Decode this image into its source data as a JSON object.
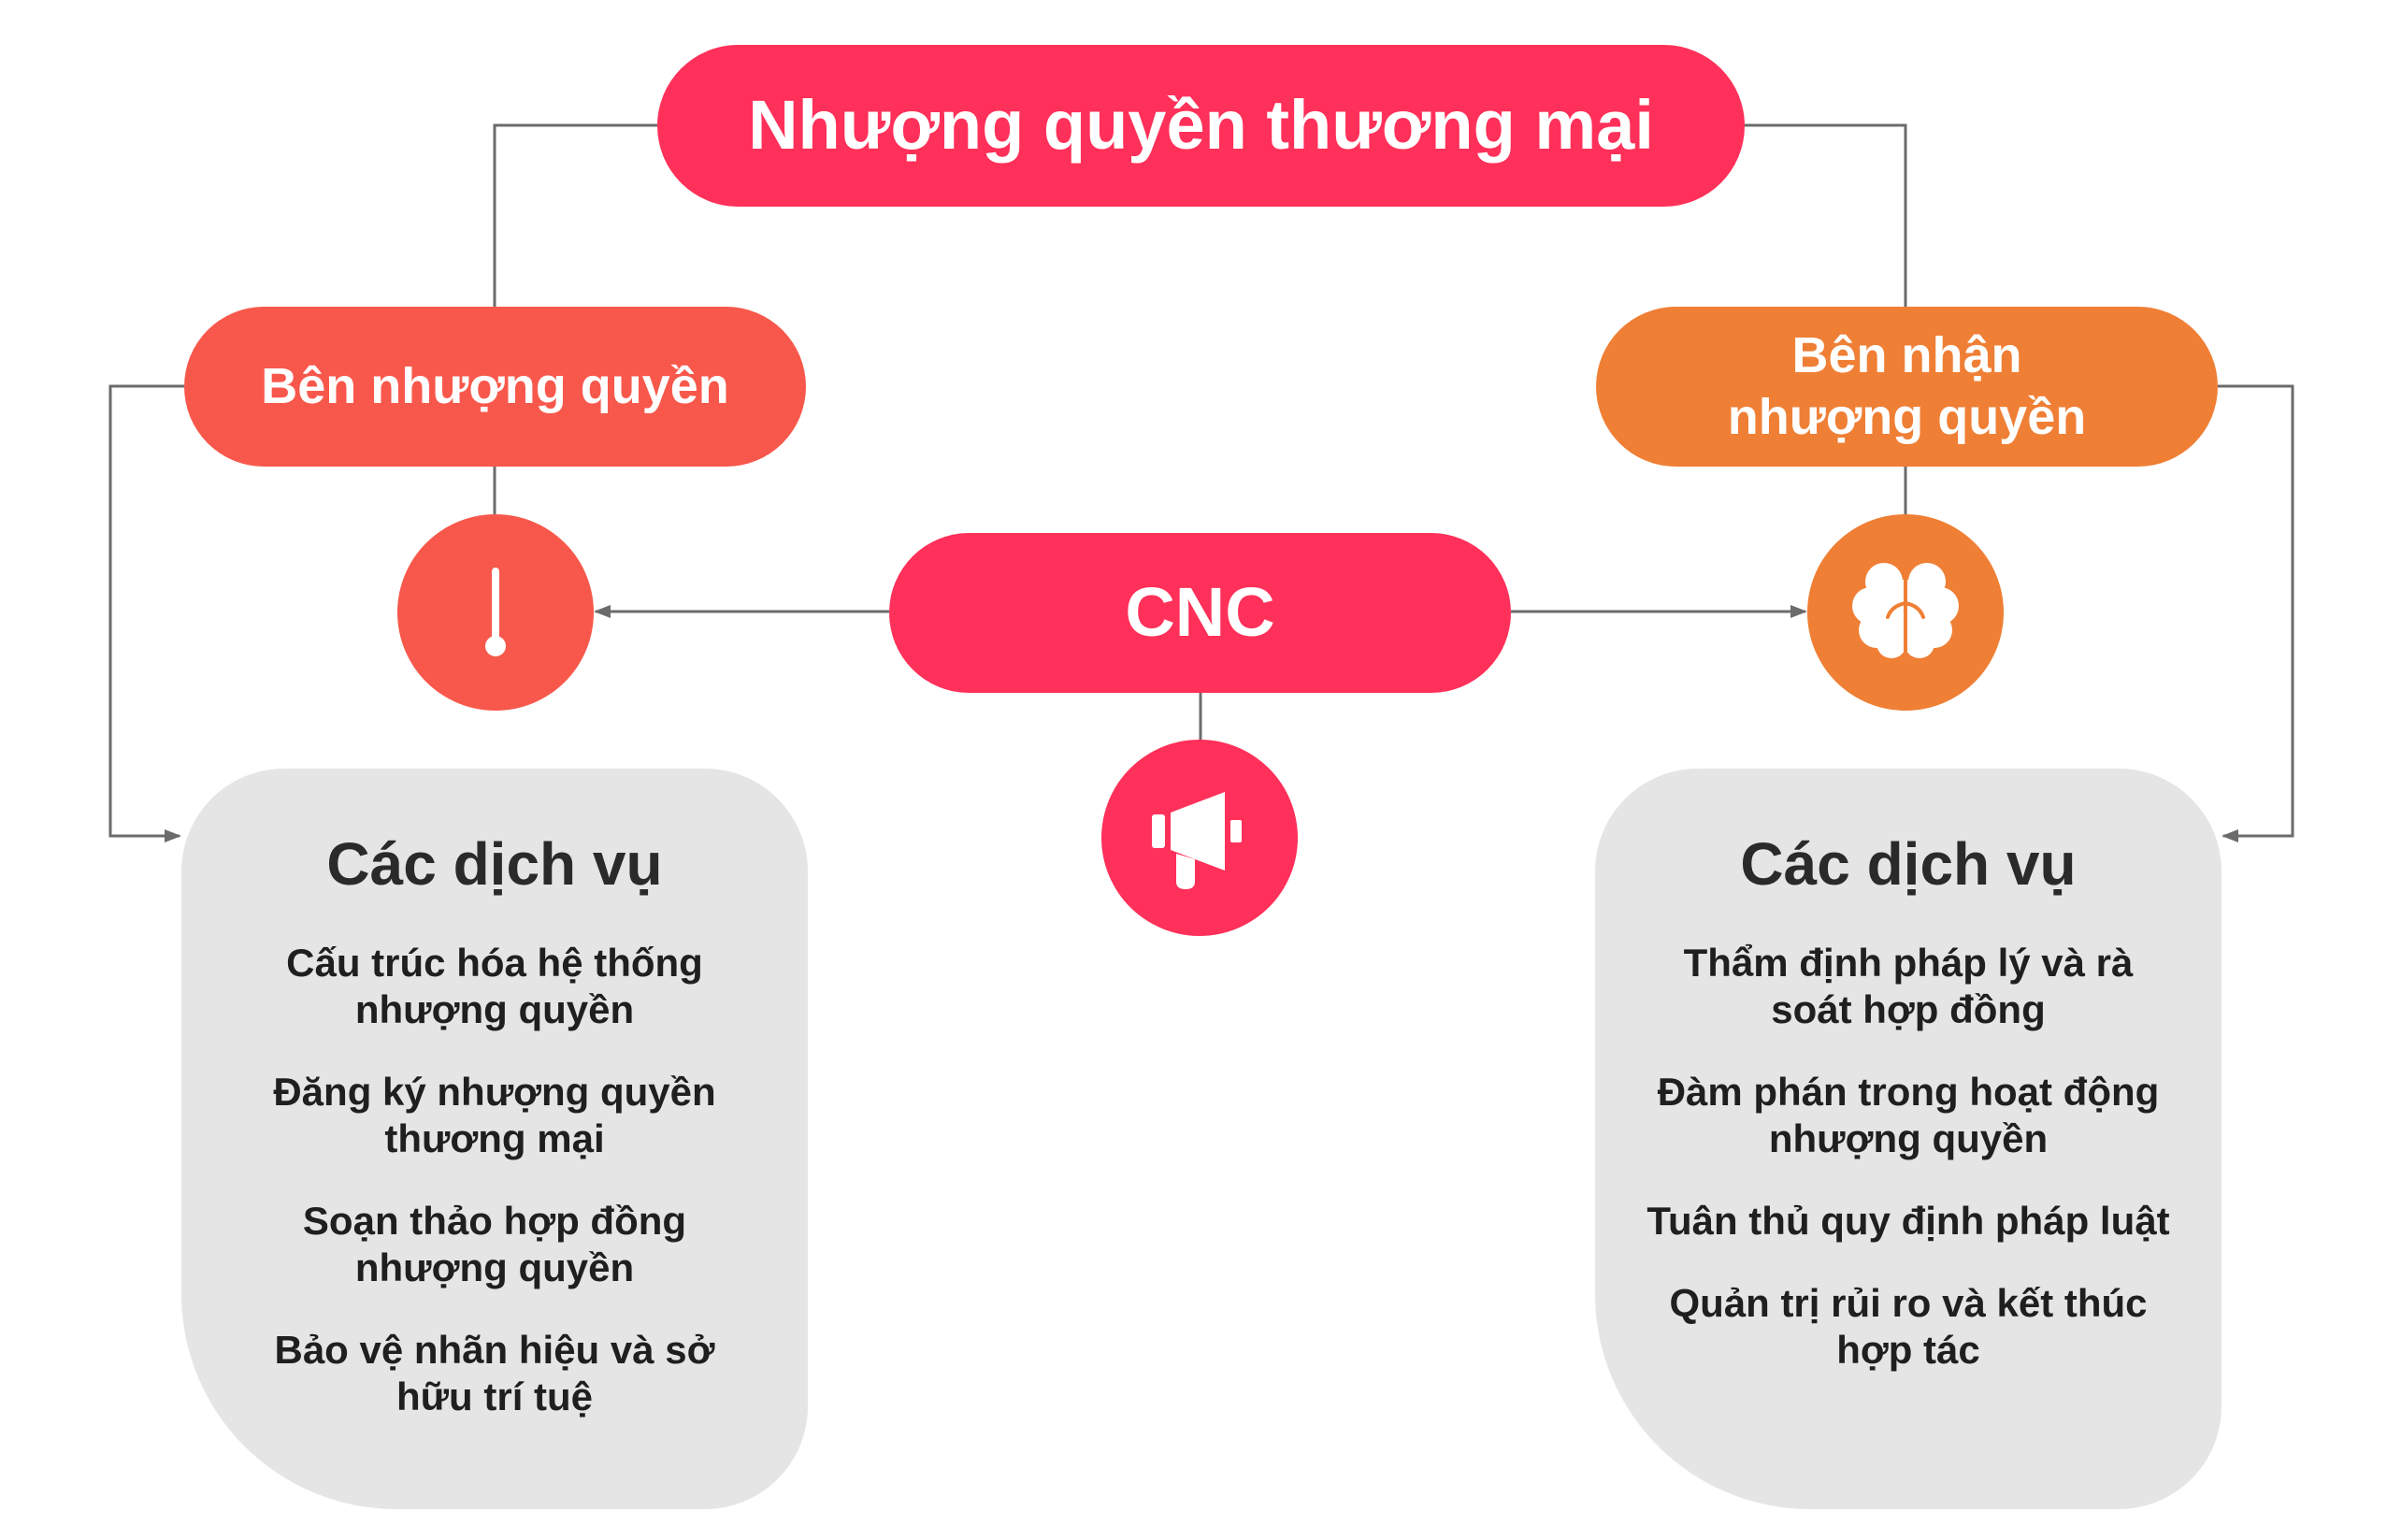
{
  "title": "Nhượng quyền thương mại",
  "franchisor": {
    "label": "Bên nhượng quyền",
    "icon": "thermometer-icon",
    "color": "#f8584b",
    "services_title": "Các dịch vụ",
    "services": [
      "Cấu trúc hóa hệ thống nhượng quyền",
      "Đăng ký nhượng quyền thương mại",
      "Soạn thảo hợp đồng nhượng quyền",
      "Bảo vệ nhãn hiệu và sở hữu trí tuệ"
    ]
  },
  "franchisee": {
    "label": "Bên nhận nhượng quyền",
    "icon": "brain-icon",
    "color": "#ef7f35",
    "services_title": "Các dịch vụ",
    "services": [
      "Thẩm định pháp lý và rà soát hợp đồng",
      "Đàm phán trong hoạt động nhượng quyền",
      "Tuân thủ quy định pháp luật",
      "Quản trị rủi ro và kết thúc hợp tác"
    ]
  },
  "center": {
    "label": "CNC",
    "icon": "megaphone-icon",
    "color": "#ff3059"
  },
  "card_color": "#e5e5e5",
  "line_color": "#6b6b6b"
}
